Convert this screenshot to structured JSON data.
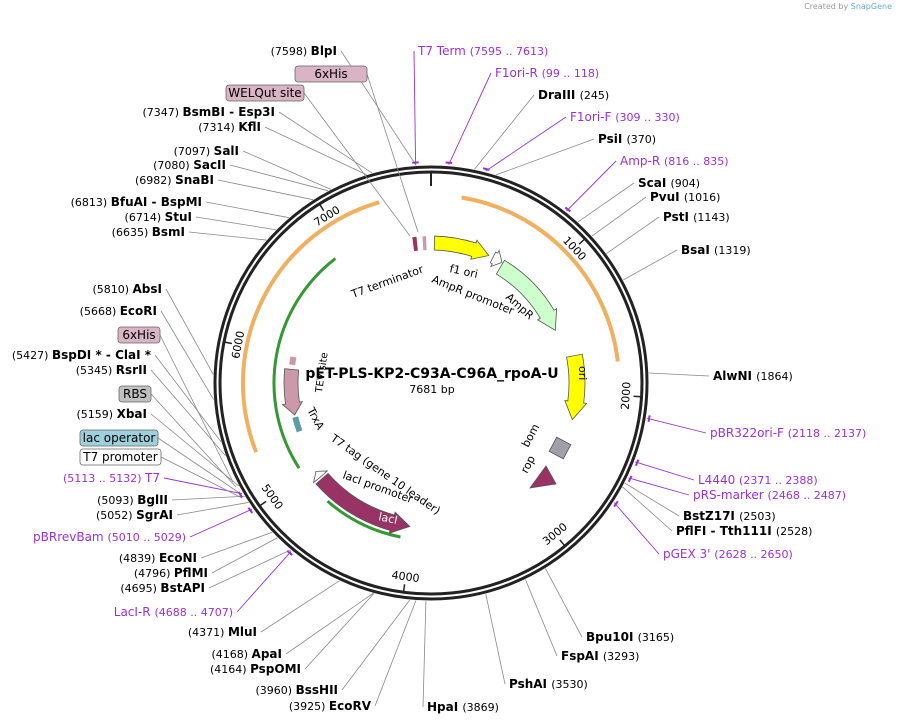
{
  "credit": {
    "prefix": "Created by",
    "brand": "SnapGene"
  },
  "plasmid": {
    "name": "pET-PLS-KP2-C93A-C96A_rpoA-U",
    "length_label": "7681 bp",
    "length": 7681
  },
  "colors": {
    "primer": "#9b30d9",
    "backbone": "#222222",
    "yellow": "#ffff00",
    "green": "#ccffcc",
    "maroon": "#993366",
    "pink": "#cc99aa",
    "grey": "#a0a0a8",
    "orange": "#f0b060",
    "dark_green": "#339933",
    "tag_pink": "#d8b4c4",
    "tag_grey": "#c0c0c0",
    "tag_blue": "#9ed0dc",
    "tag_white": "#ffffff"
  },
  "ticks": [
    "1000",
    "2000",
    "3000",
    "4000",
    "5000",
    "6000",
    "7000"
  ],
  "sites": [
    {
      "pos": "(7598)",
      "name": "BlpI"
    },
    {
      "pos": "(245)",
      "name": "DraIII"
    },
    {
      "pos": "(370)",
      "name": "PsiI"
    },
    {
      "pos": "(904)",
      "name": "ScaI"
    },
    {
      "pos": "(1016)",
      "name": "PvuI"
    },
    {
      "pos": "(1143)",
      "name": "PstI"
    },
    {
      "pos": "(1319)",
      "name": "BsaI"
    },
    {
      "pos": "(1864)",
      "name": "AlwNI"
    },
    {
      "pos": "(2503)",
      "name": "BstZ17I"
    },
    {
      "pos": "(2528)",
      "name": "PflFI - Tth111I"
    },
    {
      "pos": "(3165)",
      "name": "Bpu10I"
    },
    {
      "pos": "(3293)",
      "name": "FspAI"
    },
    {
      "pos": "(3530)",
      "name": "PshAI"
    },
    {
      "pos": "(3869)",
      "name": "HpaI"
    },
    {
      "pos": "(3925)",
      "name": "EcoRV"
    },
    {
      "pos": "(3960)",
      "name": "BssHII"
    },
    {
      "pos": "(4164)",
      "name": "PspOMI"
    },
    {
      "pos": "(4168)",
      "name": "ApaI"
    },
    {
      "pos": "(4371)",
      "name": "MluI"
    },
    {
      "pos": "(4695)",
      "name": "BstAPI"
    },
    {
      "pos": "(4796)",
      "name": "PflMI"
    },
    {
      "pos": "(4839)",
      "name": "EcoNI"
    },
    {
      "pos": "(5052)",
      "name": "SgrAI"
    },
    {
      "pos": "(5093)",
      "name": "BglII"
    },
    {
      "pos": "(5159)",
      "name": "XbaI"
    },
    {
      "pos": "(5345)",
      "name": "RsrII"
    },
    {
      "pos": "(5427)",
      "name": "BspDI * - ClaI *"
    },
    {
      "pos": "(5668)",
      "name": "EcoRI"
    },
    {
      "pos": "(5810)",
      "name": "AbsI"
    },
    {
      "pos": "(6635)",
      "name": "BsmI"
    },
    {
      "pos": "(6714)",
      "name": "StuI"
    },
    {
      "pos": "(6813)",
      "name": "BfuAI - BspMI"
    },
    {
      "pos": "(6982)",
      "name": "SnaBI"
    },
    {
      "pos": "(7080)",
      "name": "SacII"
    },
    {
      "pos": "(7097)",
      "name": "SalI"
    },
    {
      "pos": "(7314)",
      "name": "KflI"
    },
    {
      "pos": "(7347)",
      "name": "BsmBI - Esp3I"
    }
  ],
  "primers": [
    {
      "name": "T7 Term",
      "range": "(7595 .. 7613)"
    },
    {
      "name": "F1ori-R",
      "range": "(99 .. 118)"
    },
    {
      "name": "F1ori-F",
      "range": "(309 .. 330)"
    },
    {
      "name": "Amp-R",
      "range": "(816 .. 835)"
    },
    {
      "name": "pBR322ori-F",
      "range": "(2118 .. 2137)"
    },
    {
      "name": "L4440",
      "range": "(2371 .. 2388)"
    },
    {
      "name": "pRS-marker",
      "range": "(2468 .. 2487)"
    },
    {
      "name": "pGEX 3'",
      "range": "(2628 .. 2650)"
    },
    {
      "name": "LacI-R",
      "range": "(4688 .. 4707)"
    },
    {
      "name": "pBRrevBam",
      "range": "(5010 .. 5029)"
    },
    {
      "name": "T7",
      "range": "(5113 .. 5132)"
    }
  ],
  "tags": [
    "6xHis",
    "WELQut site",
    "6xHis",
    "RBS",
    "lac operator",
    "T7 promoter"
  ],
  "features": [
    "T7 terminator",
    "f1 ori",
    "AmpR promoter",
    "AmpR",
    "ori",
    "bom",
    "rop",
    "lacI",
    "lacI promoter",
    "T7 tag (gene 10 leader)",
    "TrxA",
    "TEV site"
  ]
}
